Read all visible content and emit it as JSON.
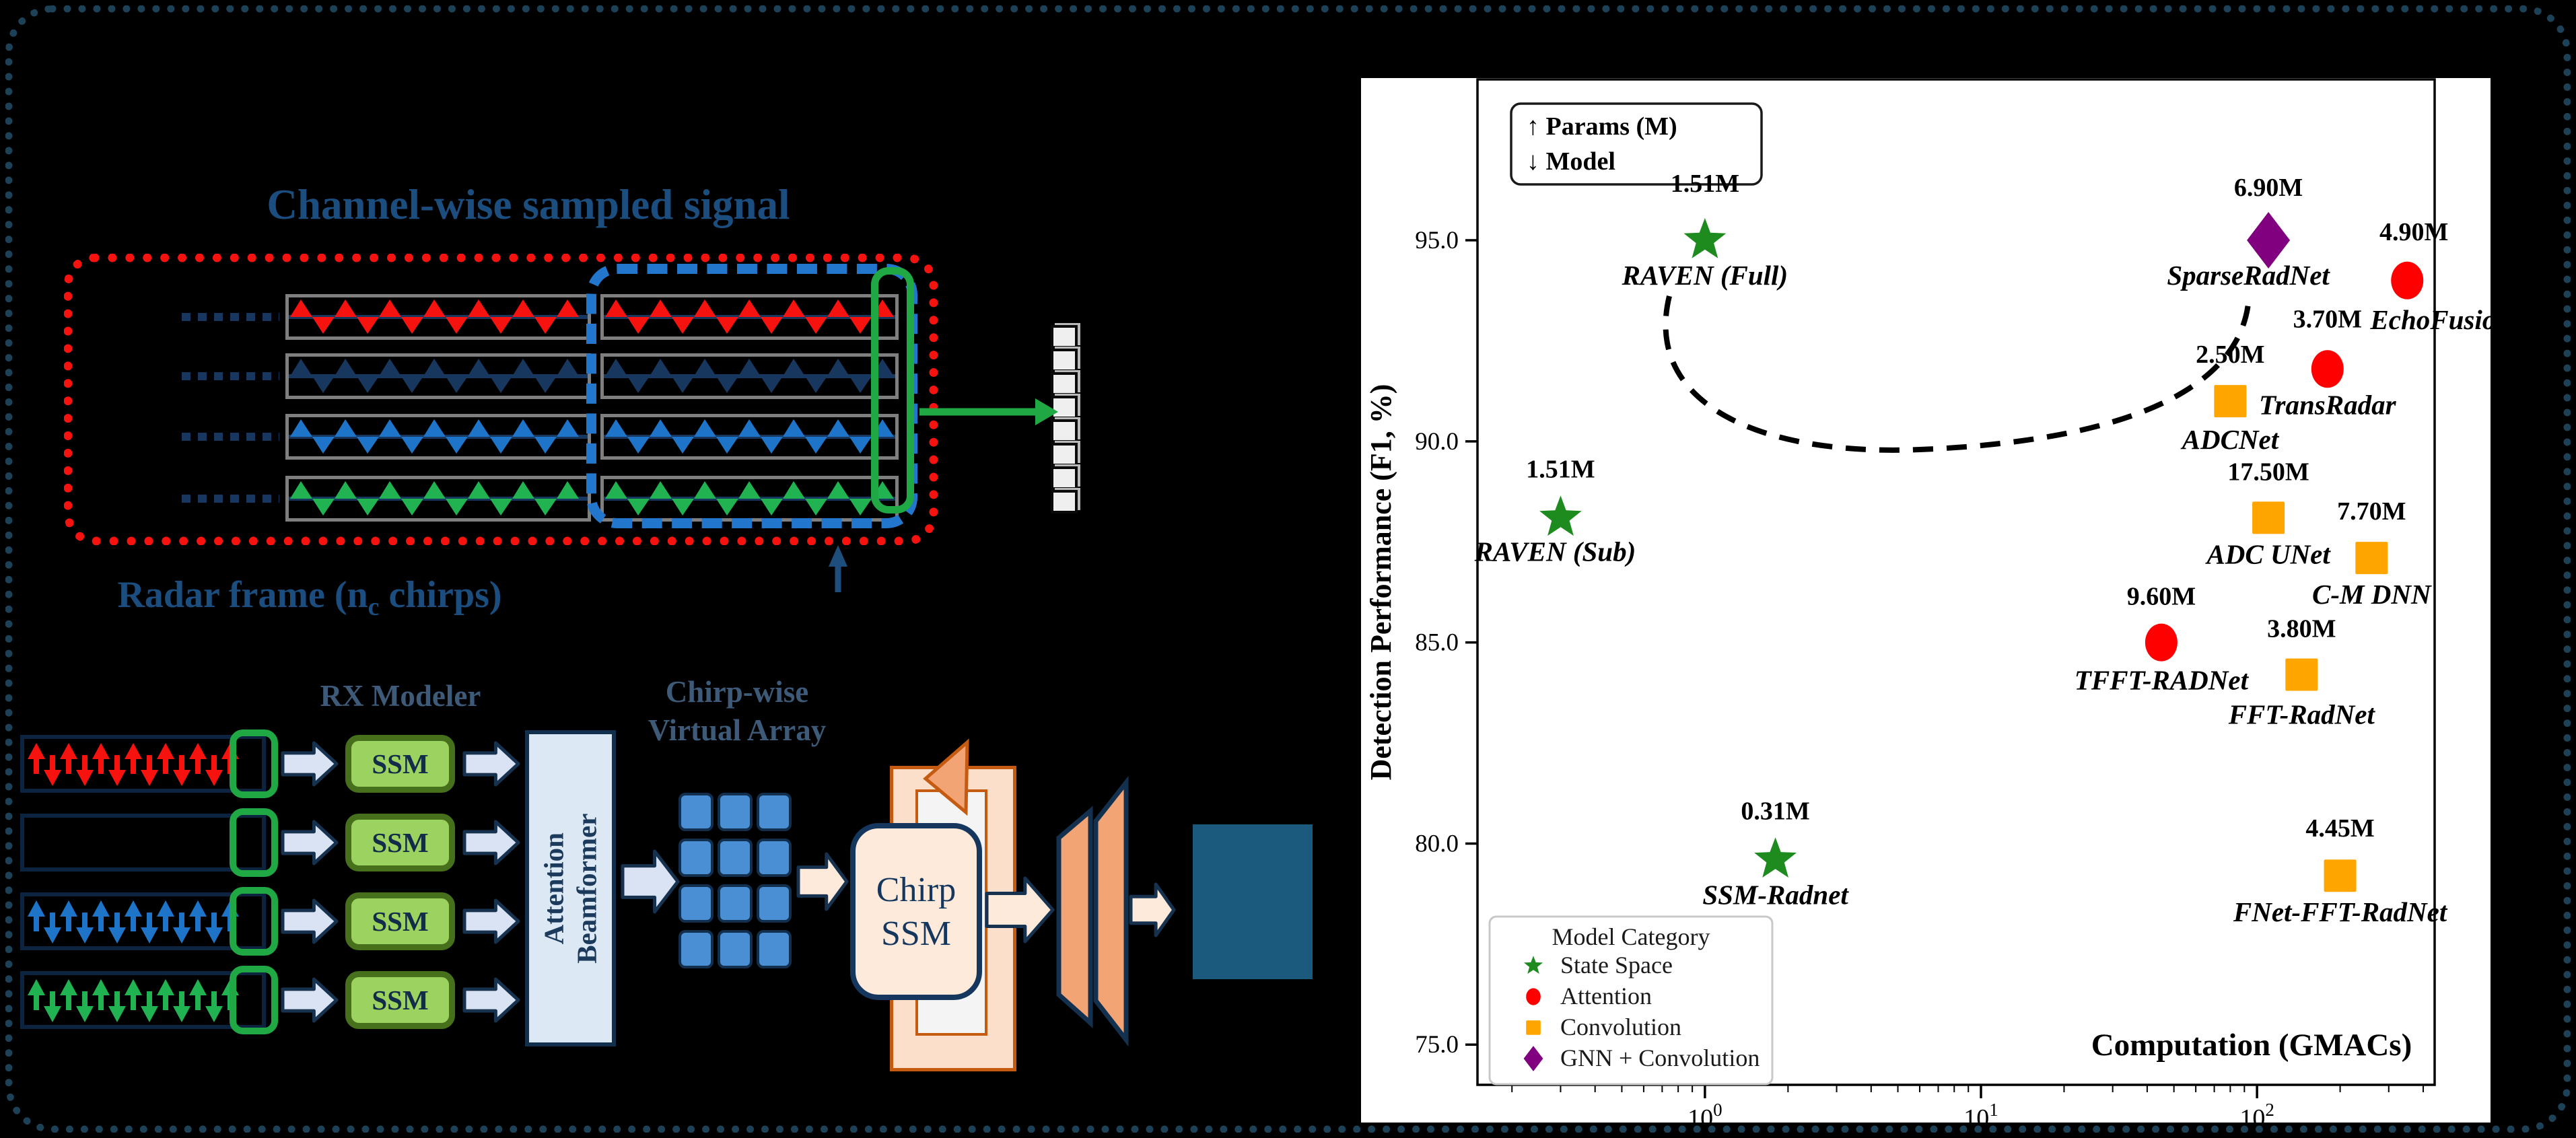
{
  "diagram": {
    "title": "Channel-wise sampled signal",
    "radar_frame": {
      "pre": "Radar frame (n",
      "sub": "c",
      "post": " chirps)"
    },
    "labels": {
      "rx_modeler": "RX Modeler",
      "virtual_array_1": "Chirp-wise",
      "virtual_array_2": "Virtual Array",
      "ssm": "SSM",
      "beamformer_1": "Attention",
      "beamformer_2": "Beamformer",
      "chirp_ssm_1": "Chirp",
      "chirp_ssm_2": "SSM"
    },
    "colors": {
      "title_blue": "#1b4e7f",
      "label_slate": "#3d5a78",
      "red_dotted": "#f5120f",
      "blue_dashed": "#2277cc",
      "green_outline": "#1fa844",
      "navy_line": "#17375e",
      "gray_box": "#7f7f7f",
      "light_blue_arrow": "#dae3f3",
      "arrow_border": "#16324f",
      "ssm_fill": "#9cd25f",
      "ssm_border": "#46701c",
      "beamformer_fill": "#dde8f5",
      "grid_blue": "#4a8fd3",
      "peach_fill": "#fdeadb",
      "peach_panel": "#fbdfca",
      "orange_border": "#c55a11",
      "salmon": "#f2a474",
      "final_teal": "#1b5a7d",
      "cube_fill": "#efefef"
    },
    "top_rows": [
      {
        "name": "rx-row-red",
        "color": "#f5120f"
      },
      {
        "name": "rx-row-navy",
        "color": "#17375e"
      },
      {
        "name": "rx-row-blue",
        "color": "#1e74c8"
      },
      {
        "name": "rx-row-green",
        "color": "#21b352"
      }
    ],
    "bottom_rows": [
      {
        "name": "chirp-row-red",
        "color": "#f5120f",
        "empty": false
      },
      {
        "name": "chirp-row-empty",
        "color": "",
        "empty": true
      },
      {
        "name": "chirp-row-blue",
        "color": "#1e74c8",
        "empty": false
      },
      {
        "name": "chirp-row-green",
        "color": "#21b352",
        "empty": false
      }
    ],
    "cube_count": 8,
    "grid": {
      "rows": 4,
      "cols": 3
    }
  },
  "chart_data": {
    "type": "scatter",
    "xlabel": "Computation (GMACs)",
    "ylabel": "Detection Performance (F1, %)",
    "x_scale": "log",
    "xlim": [
      0.15,
      440
    ],
    "ylim": [
      74.0,
      99.0
    ],
    "x_ticks": [
      {
        "base": "10",
        "exp": "0",
        "value": 1
      },
      {
        "base": "10",
        "exp": "1",
        "value": 10
      },
      {
        "base": "10",
        "exp": "2",
        "value": 100
      }
    ],
    "y_ticks": [
      "75.0",
      "80.0",
      "85.0",
      "90.0",
      "95.0"
    ],
    "y_tick_values": [
      75,
      80,
      85,
      90,
      95
    ],
    "grid": "off",
    "corner_legend": [
      "↑ Params (M)",
      "↓ Model"
    ],
    "legend": {
      "title": "Model Category",
      "position": "lower left",
      "entries": [
        {
          "label": "State Space",
          "marker": "star",
          "color": "#1e8b1e"
        },
        {
          "label": "Attention",
          "marker": "circle",
          "color": "#ff0000"
        },
        {
          "label": "Convolution",
          "marker": "square",
          "color": "#ffa500"
        },
        {
          "label": "GNN + Convolution",
          "marker": "diamond",
          "color": "#800080"
        }
      ]
    },
    "points": [
      {
        "model": "RAVEN (Full)",
        "gmacs": 1.0,
        "f1": 95.0,
        "params": "1.51M",
        "category": "State Space",
        "marker": "star",
        "color": "#1e8b1e",
        "param_offset": [
          0,
          -72
        ],
        "name_offset": [
          0,
          52
        ]
      },
      {
        "model": "RAVEN (Sub)",
        "gmacs": 0.3,
        "f1": 88.1,
        "params": "1.51M",
        "category": "State Space",
        "marker": "star",
        "color": "#1e8b1e",
        "param_offset": [
          0,
          -60
        ],
        "name_offset": [
          -8,
          50
        ]
      },
      {
        "model": "SSM-Radnet",
        "gmacs": 1.8,
        "f1": 79.6,
        "params": "0.31M",
        "category": "State Space",
        "marker": "star",
        "color": "#1e8b1e",
        "param_offset": [
          0,
          -60
        ],
        "name_offset": [
          0,
          52
        ]
      },
      {
        "model": "SparseRadNet",
        "gmacs": 110,
        "f1": 95.0,
        "params": "6.90M",
        "category": "GNN + Convolution",
        "marker": "diamond",
        "color": "#800080",
        "param_offset": [
          0,
          -66
        ],
        "name_offset": [
          -30,
          52
        ]
      },
      {
        "model": "EchoFusion",
        "gmacs": 350,
        "f1": 94.0,
        "params": "4.90M",
        "category": "Attention",
        "marker": "circle",
        "color": "#ff0000",
        "param_offset": [
          10,
          -60
        ],
        "name_offset": [
          50,
          58
        ]
      },
      {
        "model": "TransRadar",
        "gmacs": 180,
        "f1": 91.8,
        "params": "3.70M",
        "category": "Attention",
        "marker": "circle",
        "color": "#ff0000",
        "param_offset": [
          0,
          -62
        ],
        "name_offset": [
          0,
          53
        ]
      },
      {
        "model": "ADCNet",
        "gmacs": 80,
        "f1": 91.0,
        "params": "2.50M",
        "category": "Convolution",
        "marker": "square",
        "color": "#ffa500",
        "param_offset": [
          0,
          -57
        ],
        "name_offset": [
          0,
          57
        ]
      },
      {
        "model": "ADC UNet",
        "gmacs": 110,
        "f1": 88.1,
        "params": "17.50M",
        "category": "Convolution",
        "marker": "square",
        "color": "#ffa500",
        "param_offset": [
          0,
          -56
        ],
        "name_offset": [
          0,
          54
        ]
      },
      {
        "model": "C-M DNN",
        "gmacs": 260,
        "f1": 87.1,
        "params": "7.70M",
        "category": "Convolution",
        "marker": "square",
        "color": "#ffa500",
        "param_offset": [
          0,
          -57
        ],
        "name_offset": [
          0,
          54
        ]
      },
      {
        "model": "TFFT-RADNet",
        "gmacs": 45,
        "f1": 85.0,
        "params": "9.60M",
        "category": "Attention",
        "marker": "circle",
        "color": "#ff0000",
        "param_offset": [
          0,
          -56
        ],
        "name_offset": [
          0,
          56
        ]
      },
      {
        "model": "FFT-RadNet",
        "gmacs": 145,
        "f1": 84.2,
        "params": "3.80M",
        "category": "Convolution",
        "marker": "square",
        "color": "#ffa500",
        "param_offset": [
          0,
          -56
        ],
        "name_offset": [
          0,
          59
        ]
      },
      {
        "model": "FNet-FFT-RadNet",
        "gmacs": 200,
        "f1": 79.2,
        "params": "4.45M",
        "category": "Convolution",
        "marker": "square",
        "color": "#ffa500",
        "param_offset": [
          0,
          -58
        ],
        "name_offset": [
          0,
          54
        ]
      }
    ],
    "annotation_arc": {
      "style": "dashed",
      "color": "#000000",
      "from_model": "RAVEN (Full)",
      "to_model": "SparseRadNet"
    }
  }
}
